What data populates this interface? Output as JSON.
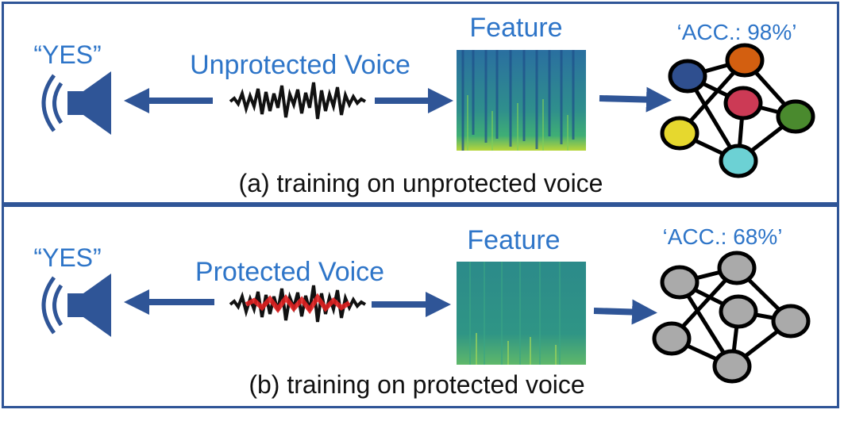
{
  "panels": [
    {
      "speaker_text": "“YES”",
      "voice_label": "Unprotected Voice",
      "feature_label": "Feature",
      "accuracy_label": "‘ACC.: 98%’",
      "caption": "(a)  training on unprotected voice",
      "node_colors": [
        "#2f4f8f",
        "#d35f10",
        "#cc3a55",
        "#4a8a2e",
        "#e6d82e",
        "#6cd1d4"
      ]
    },
    {
      "speaker_text": "“YES”",
      "voice_label": "Protected Voice",
      "feature_label": "Feature",
      "accuracy_label": "‘ACC.: 68%’",
      "caption": "(b)  training on protected voice",
      "node_colors": [
        "#aaaaaa",
        "#aaaaaa",
        "#aaaaaa",
        "#aaaaaa",
        "#aaaaaa",
        "#aaaaaa"
      ]
    }
  ],
  "colors": {
    "border": "#2f5597",
    "arrow": "#2f5597",
    "label_blue": "#2e75c8",
    "noise_red": "#e02020"
  }
}
